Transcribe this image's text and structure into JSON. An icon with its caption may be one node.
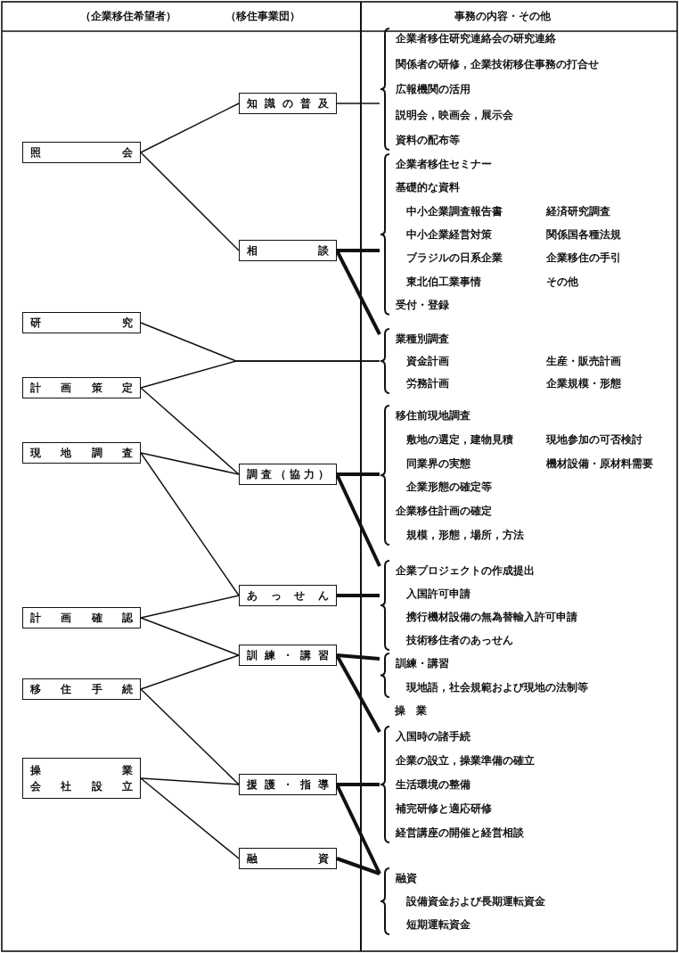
{
  "diagram": {
    "nodes": [
      {
        "text": [
          "照会"
        ]
      },
      {
        "text": [
          "研究"
        ]
      },
      {
        "text": [
          "計画策定"
        ]
      },
      {
        "text": [
          "現地調査"
        ]
      },
      {
        "text": [
          "計画確認"
        ]
      },
      {
        "text": [
          "移住手続"
        ]
      },
      {
        "text": [
          "操業",
          "会社設立"
        ]
      },
      {
        "text": [
          "知識の普及"
        ]
      },
      {
        "text": [
          "相談"
        ]
      },
      {
        "text": [
          "調査（協力）"
        ]
      },
      {
        "text": [
          "あっせん"
        ]
      },
      {
        "text": [
          "訓練・講習"
        ]
      },
      {
        "text": [
          "援護・指導"
        ]
      },
      {
        "text": [
          "融資"
        ]
      },
      {
        "text": [
          "企業者移住研究連絡会の研究連絡",
          "関係者の研修，企業技術移住事務の打合せ",
          "広報機関の活用",
          "説明会，映画会，展示会",
          "資料の配布等"
        ]
      },
      {
        "text": [
          "企業者移住セミナー",
          "基礎的な資料",
          "中小企業調査報告書",
          "経済研究調査",
          "中小企業経営対策",
          "関係国各種法規",
          "ブラジルの日系企業",
          "企業移住の手引",
          "東北伯工業事情",
          "その他",
          "受付・登録"
        ]
      },
      {
        "text": [
          "業種別調査",
          "資金計画",
          "生産・販売計画",
          "労務計画",
          "企業規模・形態"
        ]
      },
      {
        "text": [
          "移住前現地調査",
          "敷地の選定，建物見積",
          "現地参加の可否検討",
          "同業界の実態",
          "機材設備・原材料需要",
          "企業形態の確定等",
          "企業移住計画の確定",
          "規模，形態，場所，方法"
        ]
      },
      {
        "text": [
          "企業プロジェクトの作成提出",
          "入国許可申請",
          "携行機材設備の無為替輸入許可申請",
          "技術移住者のあっせん"
        ]
      },
      {
        "text": [
          "訓練・講習",
          "現地語，社会規範および現地の法制等"
        ]
      },
      {
        "text": [
          "入国時の諸手続",
          "企業の設立，操業準備の確立",
          "生活環境の整備",
          "補完研修と適応研修",
          "経営講座の開催と経営相談"
        ]
      },
      {
        "text": [
          "融資",
          "設備資金および長期運転資金",
          "短期運転資金"
        ]
      }
    ],
    "edges": [
      {
        "from": 0,
        "to": 7,
        "arrow": "none"
      },
      {
        "from": 0,
        "to": 8,
        "arrow": "none"
      },
      {
        "from": 1,
        "to": 16,
        "arrow": "none"
      },
      {
        "from": 2,
        "to": 16,
        "arrow": "none"
      },
      {
        "from": 2,
        "to": 9,
        "arrow": "none"
      },
      {
        "from": 3,
        "to": 9,
        "arrow": "none"
      },
      {
        "from": 3,
        "to": 10,
        "arrow": "none"
      },
      {
        "from": 4,
        "to": 10,
        "arrow": "none"
      },
      {
        "from": 4,
        "to": 11,
        "arrow": "none"
      },
      {
        "from": 5,
        "to": 11,
        "arrow": "none"
      },
      {
        "from": 5,
        "to": 12,
        "arrow": "none"
      },
      {
        "from": 6,
        "to": 12,
        "arrow": "none"
      },
      {
        "from": 6,
        "to": 13,
        "arrow": "none"
      },
      {
        "from": 7,
        "to": 14,
        "arrow": "none"
      },
      {
        "from": 8,
        "to": 15,
        "arrow": "none",
        "style": "thick"
      },
      {
        "from": 8,
        "to": 16,
        "arrow": "none",
        "style": "thick"
      },
      {
        "from": 9,
        "to": 17,
        "arrow": "none",
        "style": "thick"
      },
      {
        "from": 9,
        "to": 18,
        "arrow": "none",
        "style": "thick"
      },
      {
        "from": 10,
        "to": 18,
        "arrow": "none",
        "style": "thick"
      },
      {
        "from": 11,
        "to": 19,
        "arrow": "none",
        "style": "thick"
      },
      {
        "from": 11,
        "to": 20,
        "arrow": "none",
        "style": "thick"
      },
      {
        "from": 12,
        "to": 20,
        "arrow": "none",
        "style": "thick"
      },
      {
        "from": 12,
        "to": 21,
        "arrow": "none",
        "style": "thick"
      },
      {
        "from": 13,
        "to": 21,
        "arrow": "none",
        "style": "thick"
      }
    ],
    "labels": [
      "（企業移住希望者）",
      "（移住事業団）",
      "事務の内容・その他",
      "操業"
    ]
  }
}
